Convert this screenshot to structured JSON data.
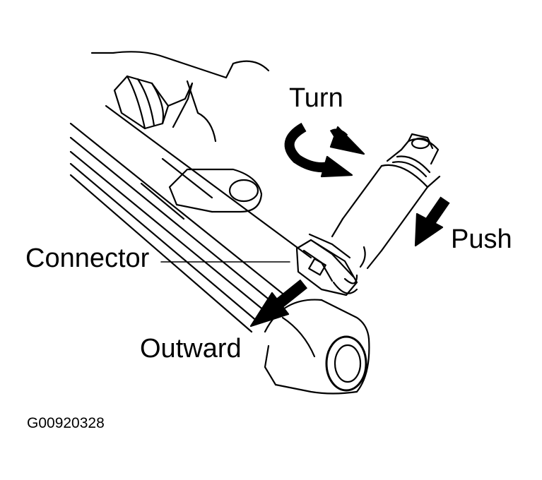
{
  "labels": {
    "turn": "Turn",
    "push": "Push",
    "connector": "Connector",
    "outward": "Outward",
    "figure_id": "G00920328"
  },
  "colors": {
    "ink": "#000000",
    "paper": "#ffffff"
  }
}
